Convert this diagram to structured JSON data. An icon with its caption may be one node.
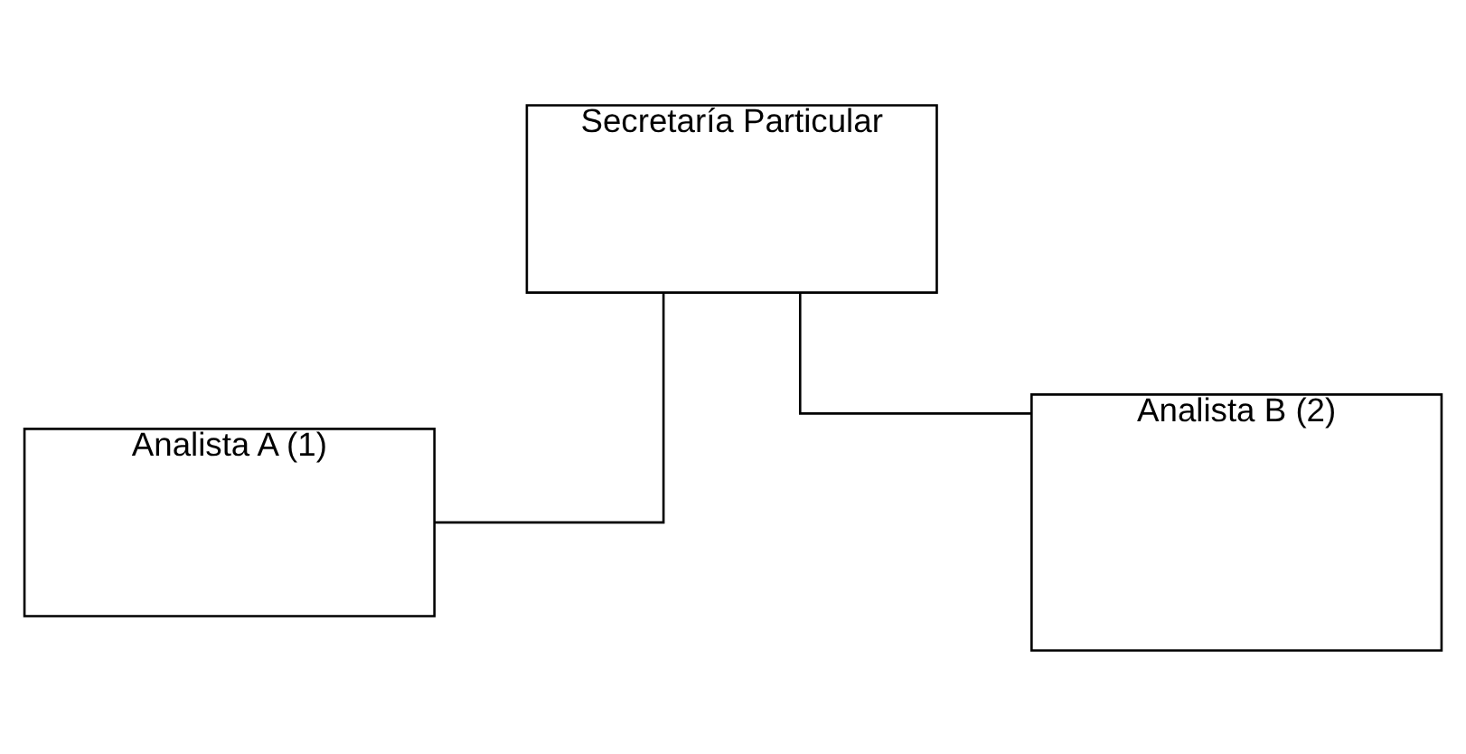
{
  "diagram": {
    "nodes": [
      {
        "text": [
          "Secretaría Particular"
        ]
      },
      {
        "text": [
          "Analista A (1)"
        ]
      },
      {
        "text": [
          "Analista B (2)"
        ]
      }
    ],
    "edges": [
      {
        "from": 0,
        "to": 1,
        "arrow": "none"
      },
      {
        "from": 0,
        "to": 2,
        "arrow": "none"
      }
    ]
  }
}
